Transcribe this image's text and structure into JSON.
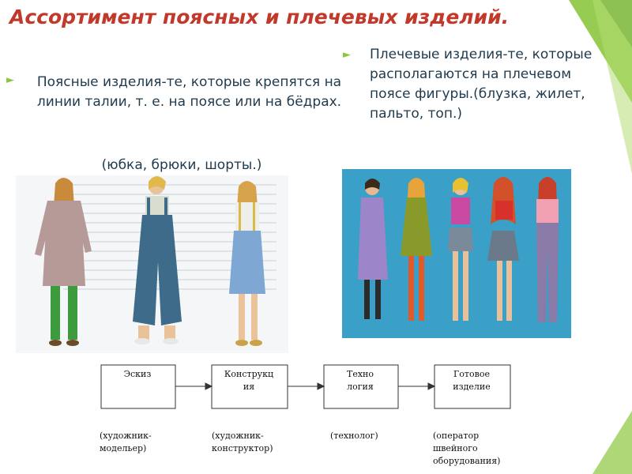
{
  "slide": {
    "title": "Ассортимент поясных и плечевых изделий.",
    "left": {
      "text": "Поясные изделия-те, которые крепятся на линии талии, т. е. на поясе или на бёдрах.",
      "examples": "(юбка, брюки, шорты.)"
    },
    "right": {
      "text": "Плечевые изделия-те, которые располагаются на плечевом поясе фигуры.(блузка, жилет, пальто, топ.)"
    }
  },
  "flow": {
    "boxes": [
      {
        "line1": "Эскиз",
        "line2": ""
      },
      {
        "line1": "Конструкц",
        "line2": "ия"
      },
      {
        "line1": "Техно",
        "line2": "логия"
      },
      {
        "line1": "Готовое",
        "line2": "изделие"
      }
    ],
    "roles": [
      {
        "line1": "(художник-",
        "line2": "модельер)",
        "line3": ""
      },
      {
        "line1": "(художник-",
        "line2": "конструктор)",
        "line3": ""
      },
      {
        "line1": "(технолог)",
        "line2": "",
        "line3": ""
      },
      {
        "line1": "(оператор",
        "line2": "швейного",
        "line3": "оборудования)"
      }
    ]
  },
  "colors": {
    "title": "#c0392b",
    "accent_green": "#8cc63f",
    "text": "#1f3a4d",
    "photo_bg": "#3aa0c8"
  }
}
